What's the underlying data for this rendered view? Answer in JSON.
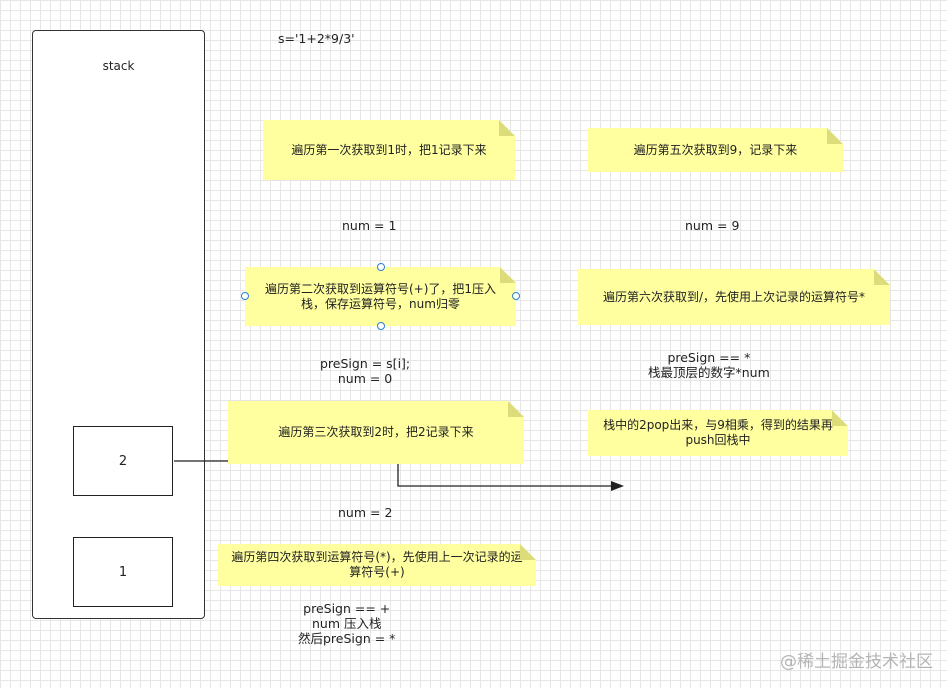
{
  "title": "s='1+2*9/3'",
  "stack": {
    "label": "stack",
    "items": [
      "2",
      "1"
    ]
  },
  "notes": [
    "遍历第一次获取到1时，把1记录下来",
    "遍历第二次获取到运算符号(+)了，把1压入栈，保存运算符号，num归零",
    "遍历第三次获取到2时，把2记录下来",
    "遍历第四次获取到运算符号(*)，先使用上一次记录的运算符号(+)",
    "遍历第五次获取到9，记录下来",
    "遍历第六次获取到/，先使用上次记录的运算符号*",
    "栈中的2pop出来，与9相乘，得到的结果再push回栈中"
  ],
  "labels": [
    "num = 1",
    "preSign = s[i];\nnum = 0",
    "num = 2",
    "preSign == +\nnum 压入栈\n然后preSign = *",
    "num = 9",
    "preSign == *\n栈最顶层的数字*num"
  ],
  "watermark": "@稀土掘金技术社区",
  "colors": {
    "note_fill": "#ffffa0",
    "selection_handle": "#2a7fd4",
    "stroke": "#222222"
  }
}
